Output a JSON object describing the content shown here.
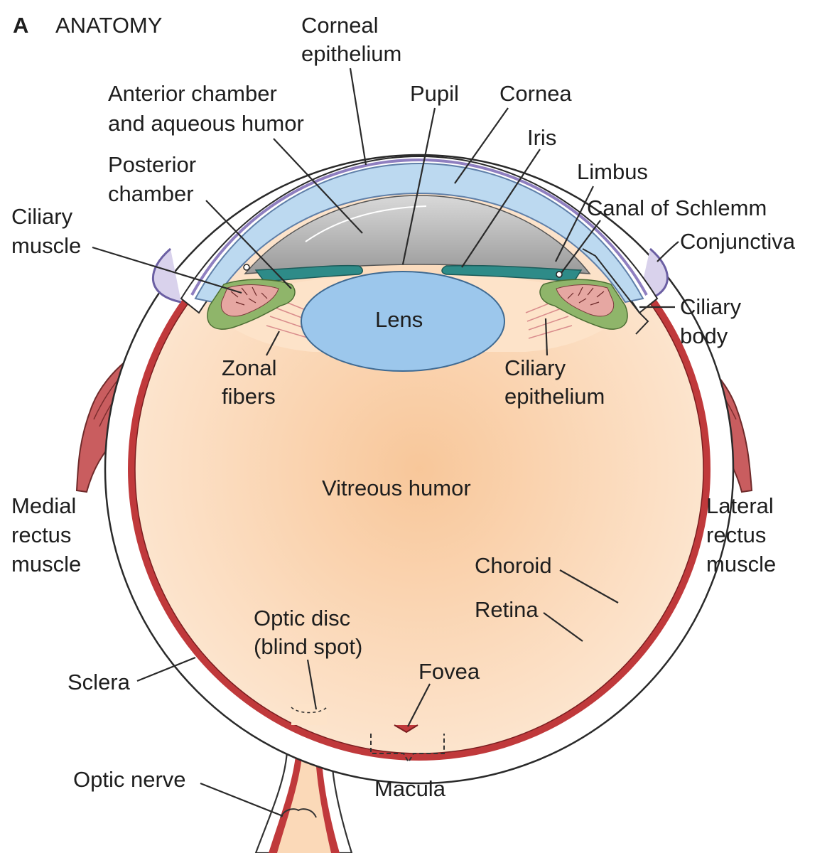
{
  "figure": {
    "panel_letter": "A",
    "panel_title": "ANATOMY"
  },
  "labels": {
    "corneal_epithelium": [
      "Corneal",
      "epithelium"
    ],
    "anterior_chamber": [
      "Anterior chamber",
      "and aqueous humor"
    ],
    "pupil": "Pupil",
    "cornea": "Cornea",
    "iris": "Iris",
    "posterior_chamber": [
      "Posterior",
      "chamber"
    ],
    "limbus": "Limbus",
    "canal_of_schlemm": "Canal of Schlemm",
    "ciliary_muscle": [
      "Ciliary",
      "muscle"
    ],
    "conjunctiva": "Conjunctiva",
    "ciliary_body": [
      "Ciliary",
      "body"
    ],
    "lens": "Lens",
    "zonal_fibers": [
      "Zonal",
      "fibers"
    ],
    "ciliary_epithelium": [
      "Ciliary",
      "epithelium"
    ],
    "vitreous_humor": "Vitreous humor",
    "medial_rectus": [
      "Medial",
      "rectus",
      "muscle"
    ],
    "lateral_rectus": [
      "Lateral",
      "rectus",
      "muscle"
    ],
    "choroid": "Choroid",
    "retina": "Retina",
    "optic_disc": [
      "Optic disc",
      "(blind spot)"
    ],
    "fovea": "Fovea",
    "sclera": "Sclera",
    "optic_nerve": "Optic nerve",
    "macula": "Macula"
  },
  "colors": {
    "vitreous_center": "#f8c79a",
    "vitreous_edge": "#fde7d2",
    "sclera": "#ffffff",
    "choroid": "#c0393b",
    "cornea": "#bcd9f0",
    "anterior_chamber": "#a9a9a9",
    "lens": "#9cc7ec",
    "iris": "#2e8b88",
    "ciliary_epithelium": "#8fb56a",
    "muscle": "#c95d5f",
    "conjunctiva": "#9a88c4"
  }
}
